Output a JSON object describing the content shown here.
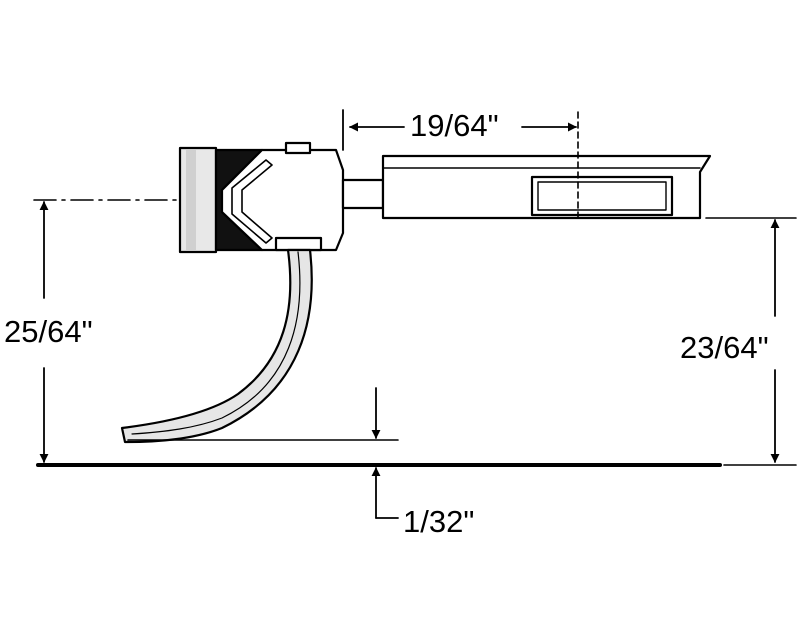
{
  "dimensions": {
    "coupler_offset": "19/64\"",
    "centerline_height": "25/64\"",
    "mount_height": "23/64\"",
    "trip_pin_clearance": "1/32\""
  },
  "colors": {
    "line": "#000000",
    "body_fill": "#ffffff",
    "shade": "#d9d9d9",
    "knuckle_dark": "#111111"
  }
}
